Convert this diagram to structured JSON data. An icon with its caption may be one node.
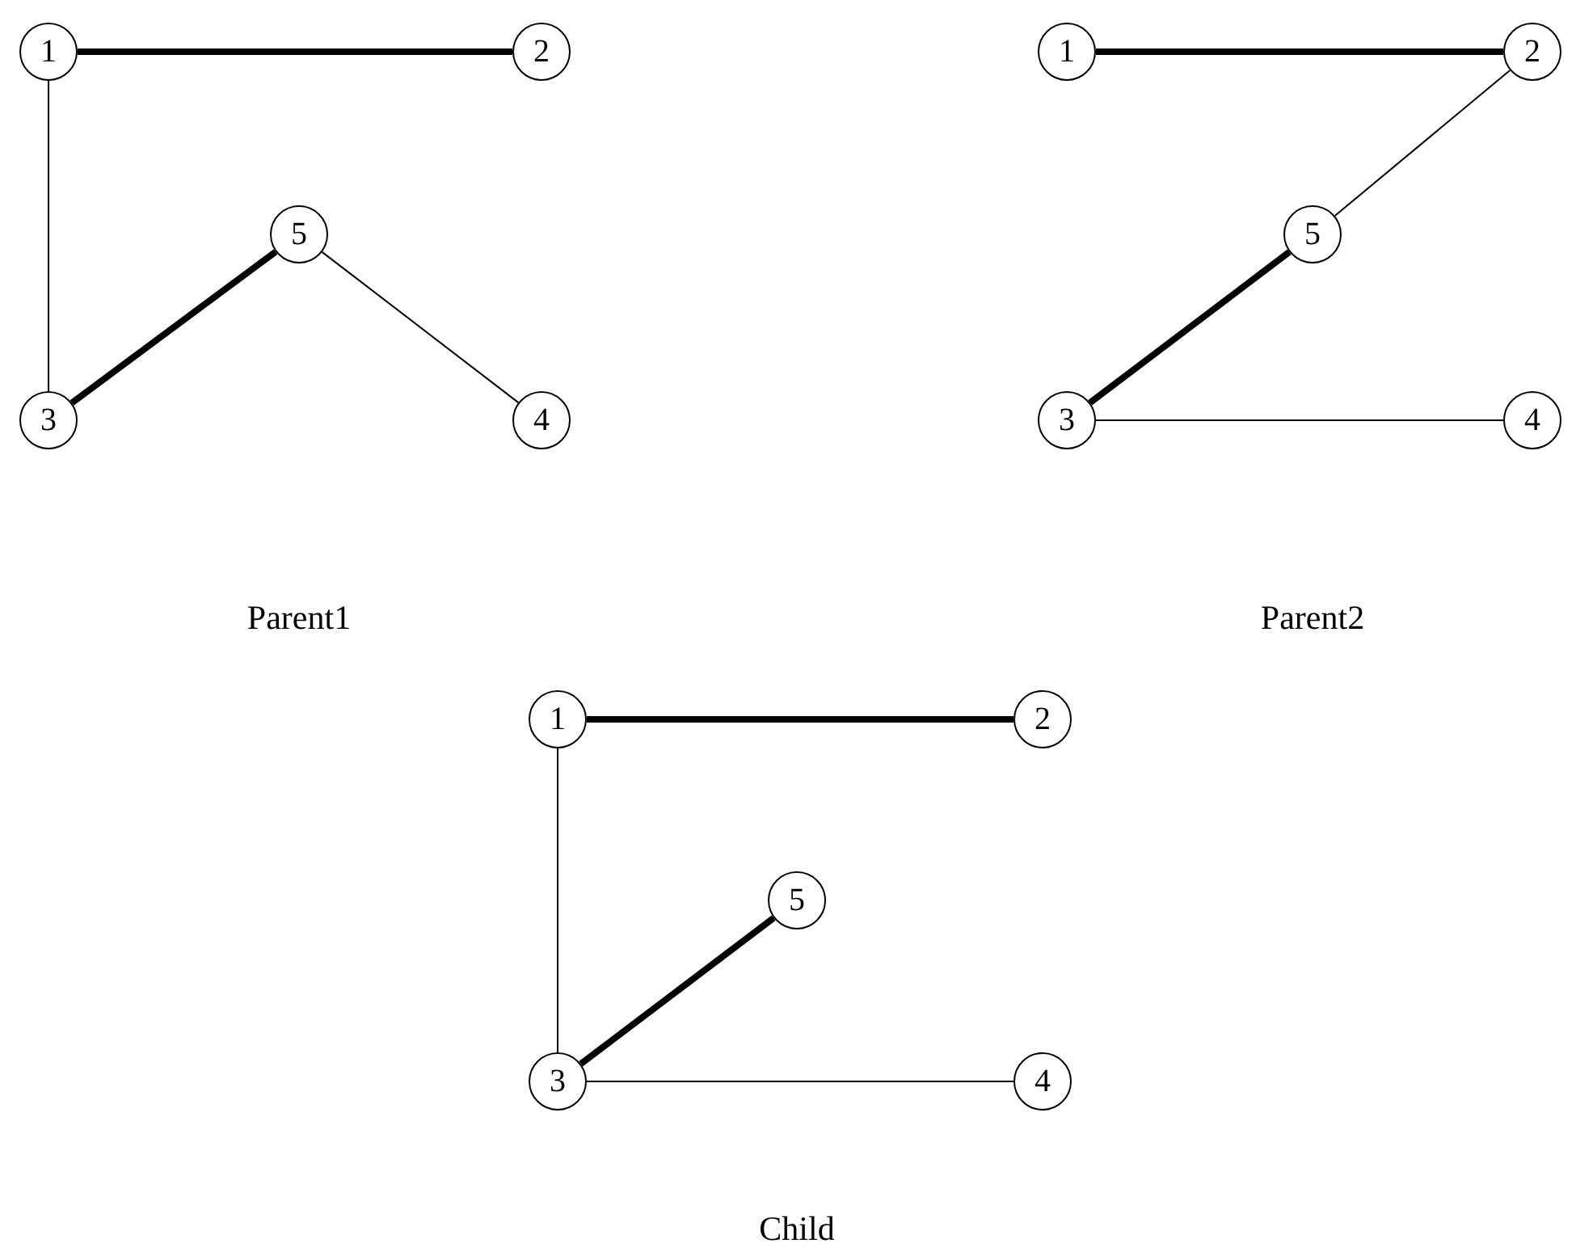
{
  "diagram": {
    "nodes": [
      {
        "text": [
          "1"
        ]
      },
      {
        "text": [
          "2"
        ]
      },
      {
        "text": [
          "5"
        ]
      },
      {
        "text": [
          "3"
        ]
      },
      {
        "text": [
          "4"
        ]
      },
      {
        "text": [
          "1"
        ]
      },
      {
        "text": [
          "2"
        ]
      },
      {
        "text": [
          "5"
        ]
      },
      {
        "text": [
          "3"
        ]
      },
      {
        "text": [
          "4"
        ]
      },
      {
        "text": [
          "1"
        ]
      },
      {
        "text": [
          "2"
        ]
      },
      {
        "text": [
          "5"
        ]
      },
      {
        "text": [
          "3"
        ]
      },
      {
        "text": [
          "4"
        ]
      }
    ],
    "edges": [
      {
        "from": 0,
        "to": 1,
        "arrow": "none",
        "style": "thick"
      },
      {
        "from": 0,
        "to": 3,
        "arrow": "none"
      },
      {
        "from": 3,
        "to": 2,
        "arrow": "none",
        "style": "thick"
      },
      {
        "from": 2,
        "to": 4,
        "arrow": "none"
      },
      {
        "from": 5,
        "to": 6,
        "arrow": "none",
        "style": "thick"
      },
      {
        "from": 6,
        "to": 7,
        "arrow": "none"
      },
      {
        "from": 7,
        "to": 8,
        "arrow": "none",
        "style": "thick"
      },
      {
        "from": 8,
        "to": 9,
        "arrow": "none"
      },
      {
        "from": 10,
        "to": 11,
        "arrow": "none",
        "style": "thick"
      },
      {
        "from": 10,
        "to": 13,
        "arrow": "none"
      },
      {
        "from": 13,
        "to": 12,
        "arrow": "none",
        "style": "thick"
      },
      {
        "from": 13,
        "to": 14,
        "arrow": "none"
      }
    ],
    "labels": [
      "Parent1",
      "Parent2",
      "Child"
    ]
  }
}
